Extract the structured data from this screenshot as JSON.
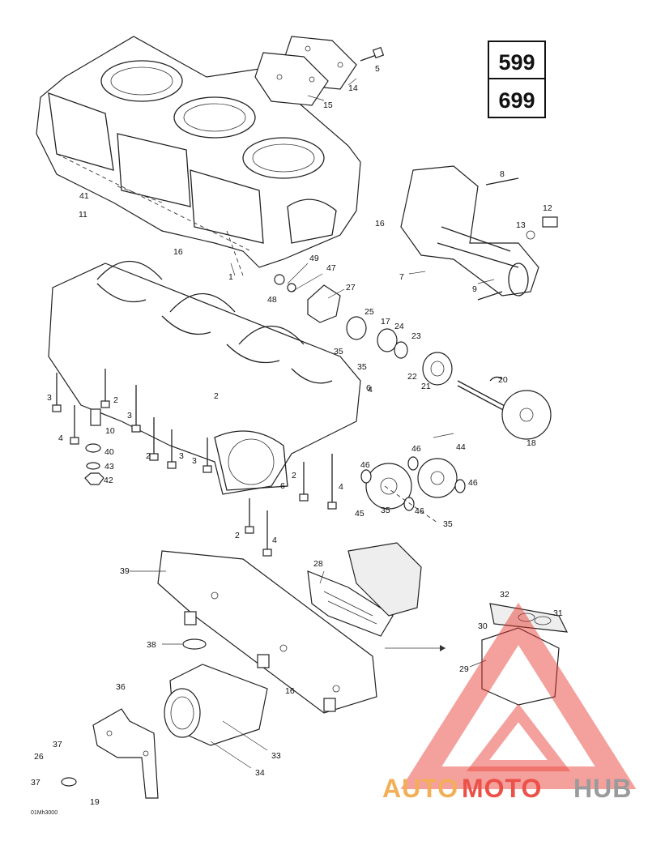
{
  "models": [
    "599",
    "699"
  ],
  "drawing_code": "01Mh3000",
  "watermark": {
    "part1": "AUTO",
    "part2": "MOTO",
    "part3": "HUB"
  },
  "colors": {
    "watermark_orange": "#f0a23a",
    "watermark_red": "#e8332a",
    "watermark_gray": "#8a8a8a"
  },
  "callouts": [
    "1",
    "2",
    "2",
    "2",
    "2",
    "2",
    "3",
    "3",
    "3",
    "3",
    "4",
    "4",
    "4",
    "4",
    "5",
    "6",
    "6",
    "7",
    "8",
    "9",
    "10",
    "11",
    "12",
    "13",
    "14",
    "15",
    "16",
    "16",
    "16",
    "17",
    "18",
    "19",
    "20",
    "21",
    "22",
    "23",
    "24",
    "25",
    "26",
    "27",
    "28",
    "29",
    "30",
    "31",
    "32",
    "33",
    "34",
    "35",
    "35",
    "35",
    "35",
    "36",
    "37",
    "37",
    "38",
    "39",
    "40",
    "41",
    "42",
    "43",
    "44",
    "45",
    "46",
    "46",
    "46",
    "46",
    "47",
    "48",
    "49"
  ]
}
